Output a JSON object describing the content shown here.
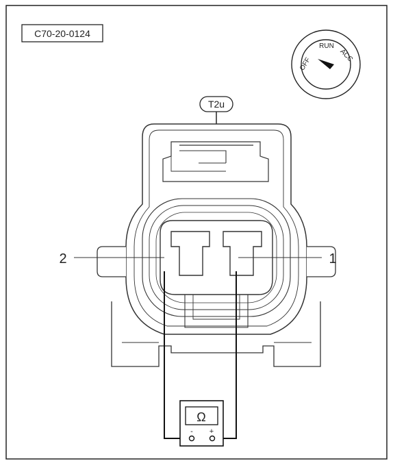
{
  "diagram": {
    "code": "C70-20-0124",
    "connector": "T2u",
    "pins": {
      "left": "2",
      "right": "1"
    },
    "ignition": {
      "positions": [
        "OFF",
        "RUN",
        "ACC"
      ],
      "selected": "OFF"
    },
    "meter": {
      "symbol": "Ω",
      "negative": "-",
      "positive": "+"
    }
  }
}
